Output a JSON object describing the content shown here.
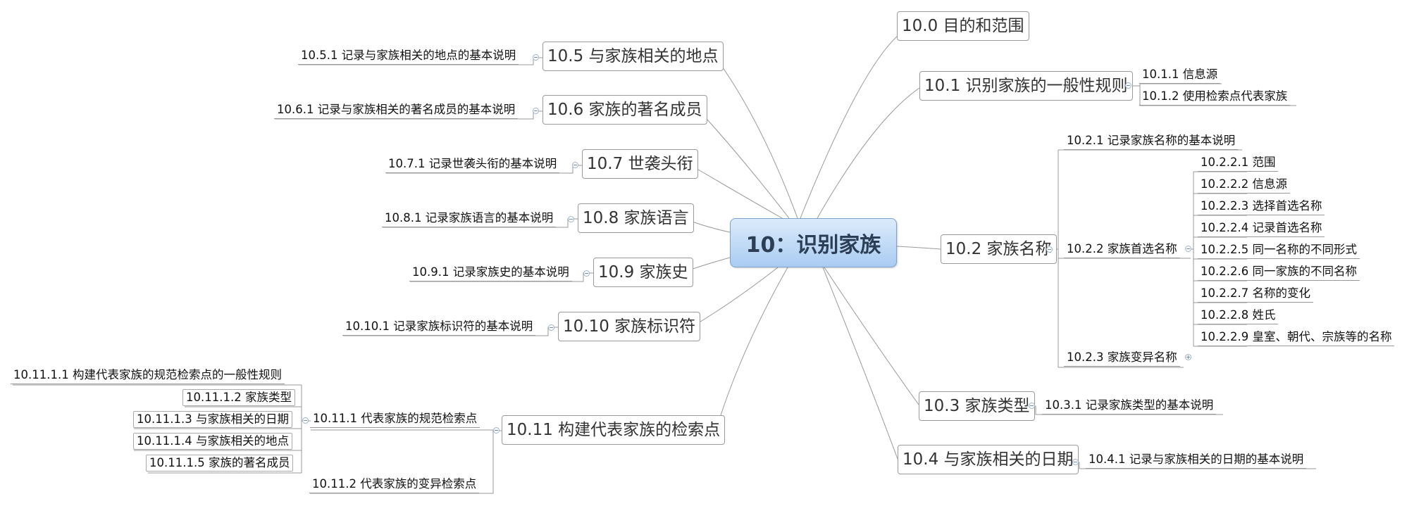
{
  "central": "10：识别家族",
  "right": {
    "t10_0": "10.0 目的和范围",
    "t10_1": "10.1 识别家族的一般性规则",
    "t10_1_1": "10.1.1 信息源",
    "t10_1_2": "10.1.2 使用检索点代表家族",
    "t10_2": "10.2 家族名称",
    "t10_2_1": "10.2.1 记录家族名称的基本说明",
    "t10_2_2": "10.2.2 家族首选名称",
    "t10_2_2_items": [
      "10.2.2.1 范围",
      "10.2.2.2 信息源",
      "10.2.2.3 选择首选名称",
      "10.2.2.4 记录首选名称",
      "10.2.2.5 同一名称的不同形式",
      "10.2.2.6 同一家族的不同名称",
      "10.2.2.7 名称的变化",
      "10.2.2.8 姓氏",
      "10.2.2.9 皇室、朝代、宗族等的名称"
    ],
    "t10_2_3": "10.2.3 家族变异名称",
    "t10_3": "10.3 家族类型",
    "t10_3_1": "10.3.1 记录家族类型的基本说明",
    "t10_4": "10.4 与家族相关的日期",
    "t10_4_1": "10.4.1 记录与家族相关的日期的基本说明"
  },
  "left": {
    "t10_5": "10.5 与家族相关的地点",
    "t10_5_1": "10.5.1 记录与家族相关的地点的基本说明",
    "t10_6": "10.6 家族的著名成员",
    "t10_6_1": "10.6.1 记录与家族相关的著名成员的基本说明",
    "t10_7": "10.7 世袭头衔",
    "t10_7_1": "10.7.1 记录世袭头衔的基本说明",
    "t10_8": "10.8 家族语言",
    "t10_8_1": "10.8.1 记录家族语言的基本说明",
    "t10_9": "10.9 家族史",
    "t10_9_1": "10.9.1 记录家族史的基本说明",
    "t10_10": "10.10 家族标识符",
    "t10_10_1": "10.10.1 记录家族标识符的基本说明",
    "t10_11": "10.11 构建代表家族的检索点",
    "t10_11_1": "10.11.1 代表家族的规范检索点",
    "t10_11_1_items": [
      "10.11.1.1 构建代表家族的规范检索点的一般性规则",
      "10.11.1.2 家族类型",
      "10.11.1.3 与家族相关的日期",
      "10.11.1.4 与家族相关的地点",
      "10.11.1.5 家族的著名成员"
    ],
    "t10_11_2": "10.11.2 代表家族的变异检索点"
  },
  "colors": {
    "line": "#9a9a9a",
    "central_fill_top": "#dcebfb",
    "central_fill_bottom": "#a9ccf2",
    "central_border": "#7da2cc",
    "toggle": "#9fb4cc"
  }
}
